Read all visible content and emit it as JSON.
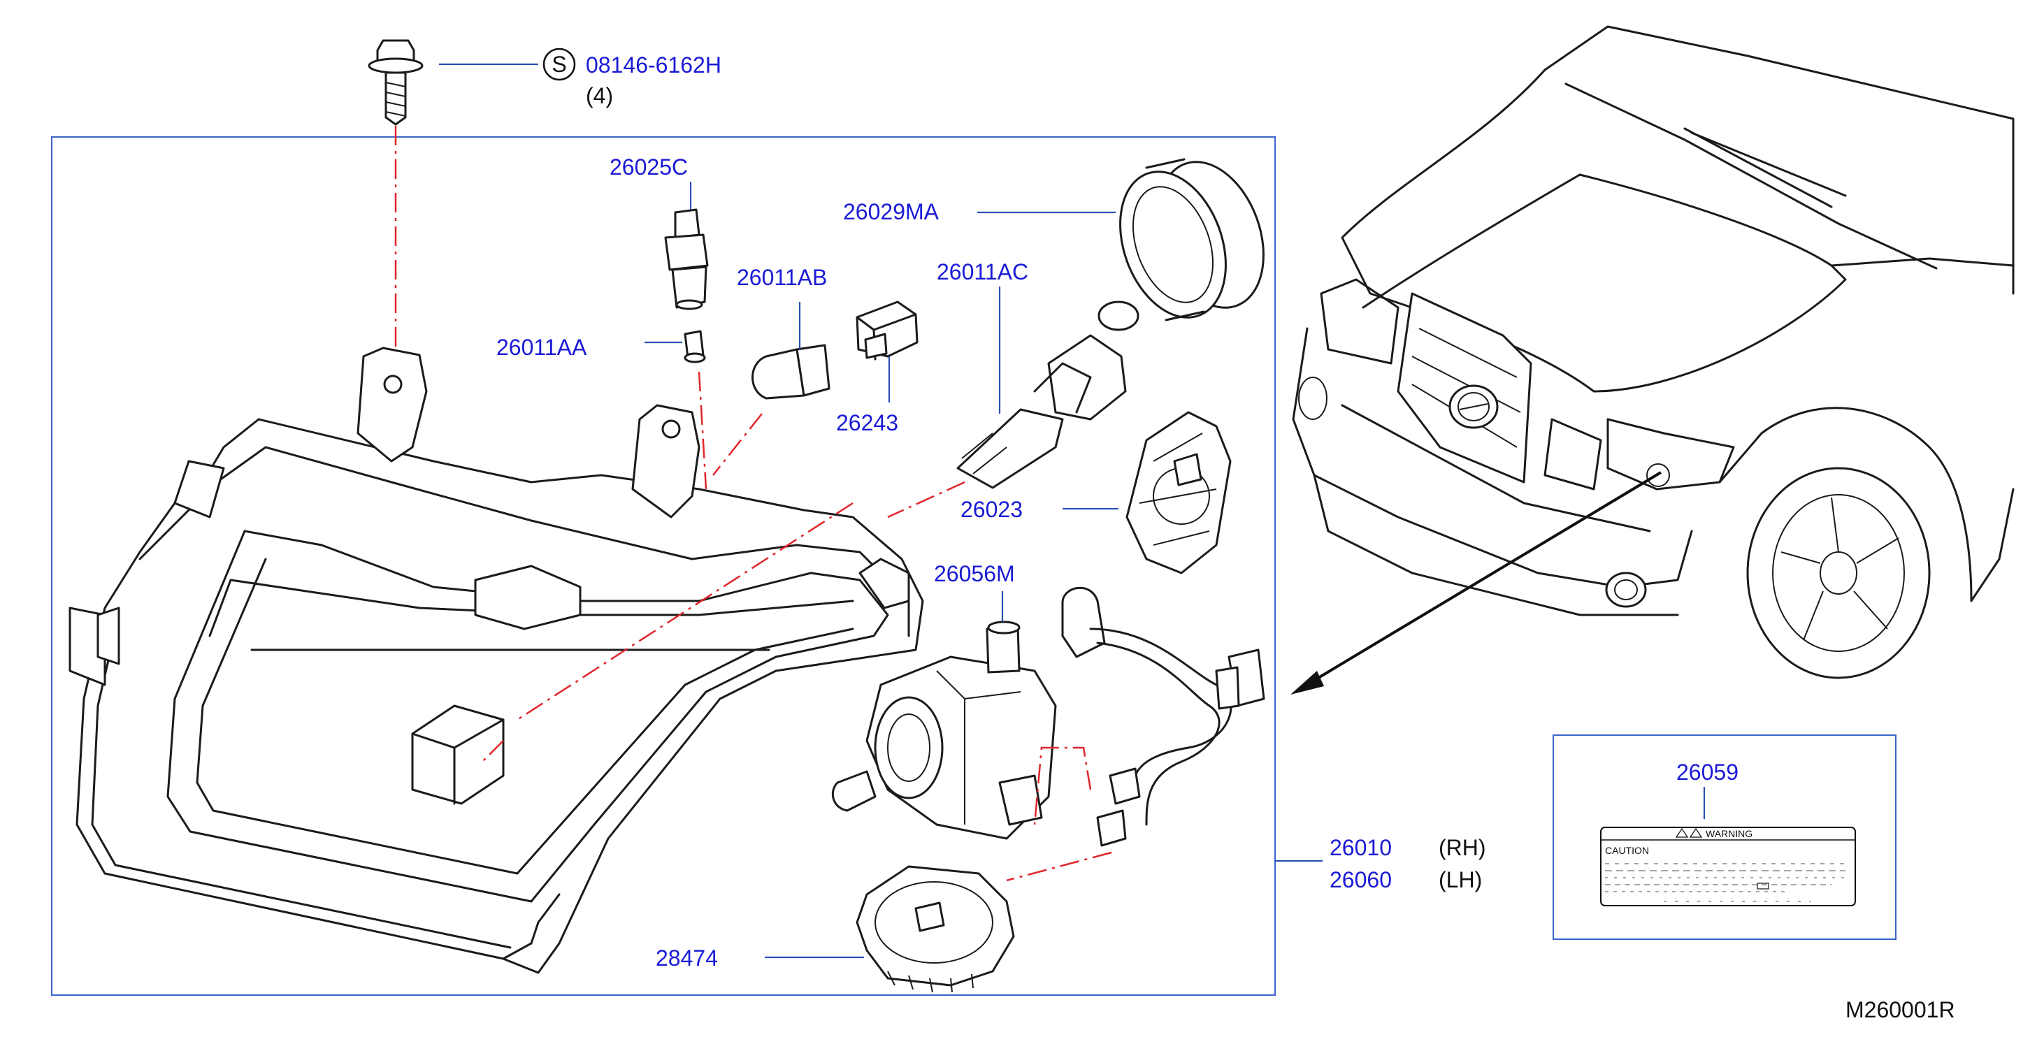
{
  "diagram_id": "M260001R",
  "screw": {
    "symbol": "S",
    "part_no": "08146-6162H",
    "qty": "(4)"
  },
  "parts": [
    {
      "id": "p26025C",
      "part_no": "26025C"
    },
    {
      "id": "p26029MA",
      "part_no": "26029MA"
    },
    {
      "id": "p26011AB",
      "part_no": "26011AB"
    },
    {
      "id": "p26011AC",
      "part_no": "26011AC"
    },
    {
      "id": "p26011AA",
      "part_no": "26011AA"
    },
    {
      "id": "p26243",
      "part_no": "26243"
    },
    {
      "id": "p26023",
      "part_no": "26023"
    },
    {
      "id": "p26056M",
      "part_no": "26056M"
    },
    {
      "id": "p28474",
      "part_no": "28474"
    },
    {
      "id": "p26059",
      "part_no": "26059"
    }
  ],
  "assembly": [
    {
      "part_no": "26010",
      "side": "(RH)"
    },
    {
      "part_no": "26060",
      "side": "(LH)"
    }
  ],
  "label_card": {
    "warning": "WARNING",
    "caution": "CAUTION"
  },
  "colors": {
    "callout": "#1a1ad6",
    "frame": "#3b63c8",
    "centerline": "#e0262a"
  }
}
